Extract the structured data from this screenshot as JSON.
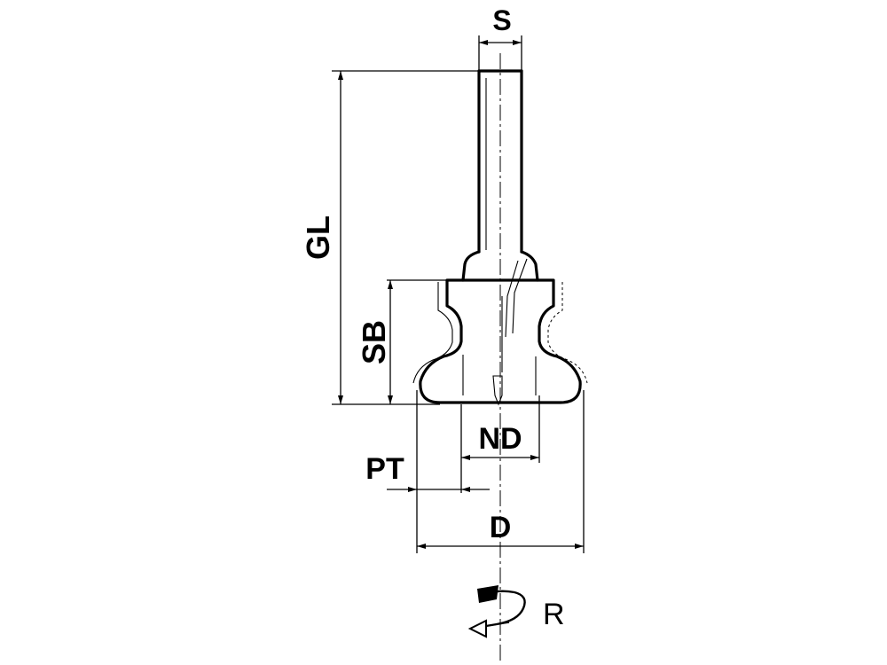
{
  "labels": {
    "shank_diameter": "S",
    "overall_length": "GL",
    "cutting_height": "SB",
    "neck_diameter": "ND",
    "profile_depth": "PT",
    "diameter": "D",
    "rotation": "R"
  },
  "icons": {
    "rotation_arrow": "rotation-direction-icon"
  }
}
